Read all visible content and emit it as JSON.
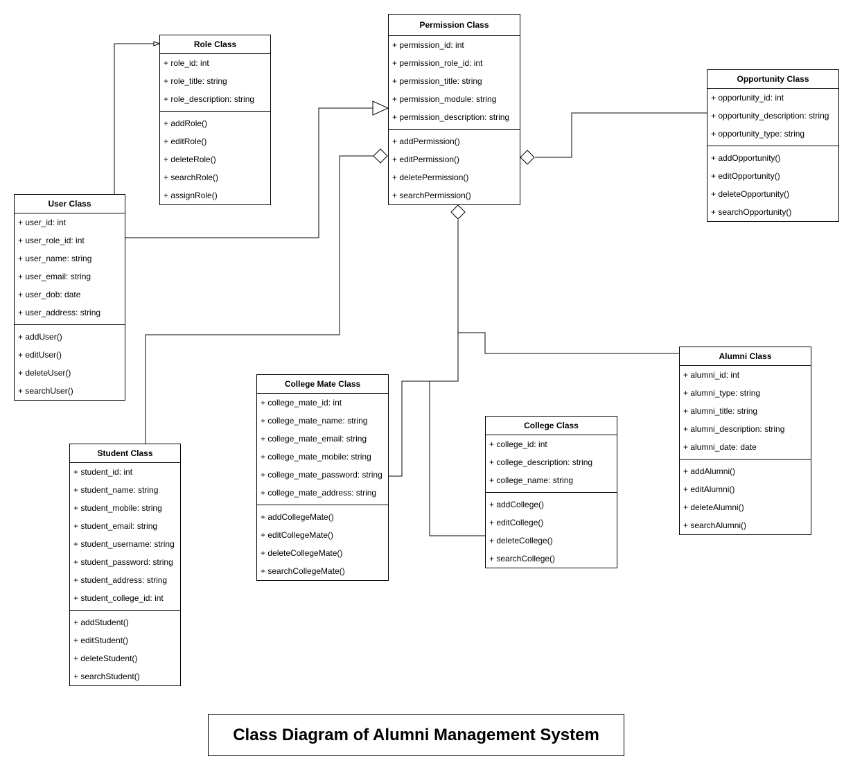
{
  "diagram_title": "Class Diagram of Alumni Management System",
  "classes": {
    "role": {
      "name": "Role Class",
      "attributes": [
        "+ role_id: int",
        "+ role_title: string",
        "+ role_description: string"
      ],
      "operations": [
        "+ addRole()",
        "+ editRole()",
        "+ deleteRole()",
        "+ searchRole()",
        "+ assignRole()"
      ]
    },
    "permission": {
      "name": "Permission Class",
      "attributes": [
        "+ permission_id: int",
        "+ permission_role_id: int",
        "+ permission_title: string",
        "+ permission_module: string",
        "+ permission_description: string"
      ],
      "operations": [
        "+ addPermission()",
        "+ editPermission()",
        "+ deletePermission()",
        "+ searchPermission()"
      ]
    },
    "opportunity": {
      "name": "Opportunity Class",
      "attributes": [
        "+ opportunity_id: int",
        "+ opportunity_description: string",
        "+ opportunity_type: string"
      ],
      "operations": [
        "+ addOpportunity()",
        "+ editOpportunity()",
        "+ deleteOpportunity()",
        "+ searchOpportunity()"
      ]
    },
    "user": {
      "name": "User Class",
      "attributes": [
        "+ user_id: int",
        "+ user_role_id: int",
        "+ user_name: string",
        "+ user_email: string",
        "+ user_dob: date",
        "+ user_address: string"
      ],
      "operations": [
        "+ addUser()",
        "+ editUser()",
        "+ deleteUser()",
        "+ searchUser()"
      ]
    },
    "student": {
      "name": "Student Class",
      "attributes": [
        "+ student_id: int",
        "+ student_name: string",
        "+ student_mobile: string",
        "+ student_email: string",
        "+ student_username: string",
        "+ student_password: string",
        "+ student_address: string",
        "+ student_college_id: int"
      ],
      "operations": [
        "+ addStudent()",
        "+ editStudent()",
        "+ deleteStudent()",
        "+ searchStudent()"
      ]
    },
    "college_mate": {
      "name": "College Mate Class",
      "attributes": [
        "+ college_mate_id: int",
        "+ college_mate_name: string",
        "+ college_mate_email: string",
        "+ college_mate_mobile: string",
        "+ college_mate_password: string",
        "+ college_mate_address: string"
      ],
      "operations": [
        "+ addCollegeMate()",
        "+ editCollegeMate()",
        "+ deleteCollegeMate()",
        "+ searchCollegeMate()"
      ]
    },
    "college": {
      "name": "College Class",
      "attributes": [
        "+ college_id: int",
        "+ college_description: string",
        "+ college_name: string"
      ],
      "operations": [
        "+ addCollege()",
        "+ editCollege()",
        "+ deleteCollege()",
        "+ searchCollege()"
      ]
    },
    "alumni": {
      "name": "Alumni Class",
      "attributes": [
        "+ alumni_id: int",
        "+ alumni_type: string",
        "+ alumni_title: string",
        "+ alumni_description: string",
        "+ alumni_date: date"
      ],
      "operations": [
        "+ addAlumni()",
        "+ editAlumni()",
        "+ deleteAlumni()",
        "+ searchAlumni()"
      ]
    }
  }
}
